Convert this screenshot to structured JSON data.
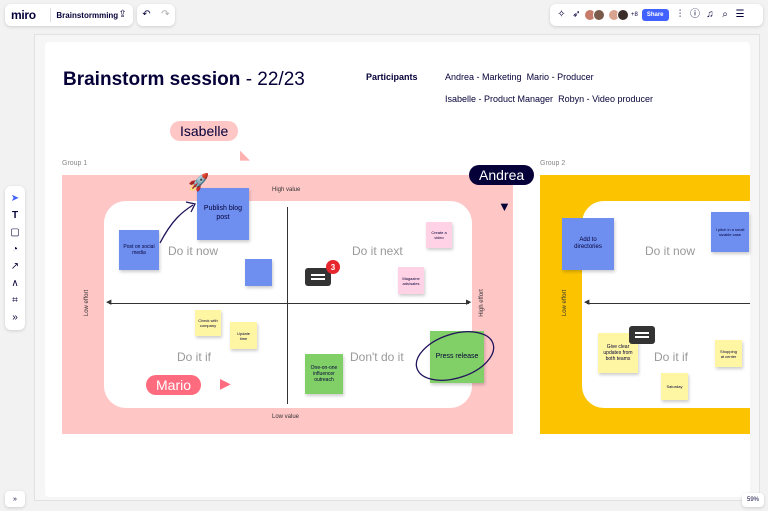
{
  "app": {
    "logo": "miro",
    "board_name": "Brainstormming"
  },
  "toolbar": {
    "upload_icon": "upload-icon",
    "undo": "↶",
    "redo": "↷",
    "share_label": "Share",
    "avatar_count": "+8",
    "avatar_colors": [
      "#c77b6a",
      "#7a5a4a",
      "#d8a48f",
      "#3b2e2a"
    ]
  },
  "board": {
    "title": "Brainstorm session",
    "title_date": "- 22/23",
    "participants_label": "Participants",
    "participants": [
      "Andrea - Marketing",
      "Mario - Producer",
      "Isabelle - Product Manager",
      "Robyn - Video producer"
    ]
  },
  "group1": {
    "label": "Group 1",
    "high_value": "High value",
    "low_value": "Low value",
    "low_effort": "Low effort",
    "high_effort": "High effort",
    "quadrants": [
      "Do it now",
      "Do it next",
      "Do it if",
      "Don't do it"
    ],
    "stickies": {
      "publish": "Publish blog post",
      "social": "Post on social media",
      "check": "Check with company",
      "update": "Update time",
      "influencer": "One-on-one influencer outreach",
      "press": "Press release",
      "create": "Create a video",
      "magazine": "Magazine ads/sales"
    },
    "comment_count": "3"
  },
  "group2": {
    "label": "Group 2",
    "quadrants": [
      "Do it now",
      "Do it if"
    ],
    "stickies": {
      "add": "Add to directories",
      "pitch": "I pitch in a small sizable case",
      "give": "Give clear updates from both teams",
      "shopping": "Shopping at center",
      "saturday": "Saturday"
    }
  },
  "cursors": {
    "isabelle": "Isabelle",
    "andrea": "Andrea",
    "mario": "Mario"
  },
  "colors": {
    "pink_group": "#ffc6c6",
    "yellow_group": "#fcc400",
    "accent": "#4262ff"
  },
  "zoom": "59%",
  "collapse_icon": "»"
}
